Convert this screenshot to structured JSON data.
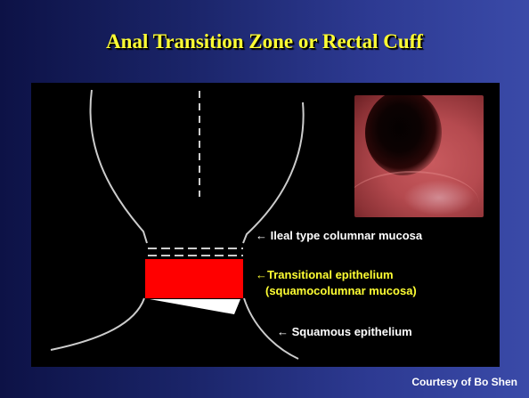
{
  "slide": {
    "title": "Anal Transition Zone or Rectal Cuff",
    "credit": "Courtesy of Bo Shen"
  },
  "diagram": {
    "labels": {
      "ileal": "Ileal type columnar mucosa",
      "transitional_line1": "Transitional epithelium",
      "transitional_line2": "(squamocolumnar mucosa)",
      "squamous": "Squamous epithelium"
    },
    "arrow_glyph": "←",
    "colors": {
      "transitional_zone": "#ff0000",
      "outline": "#cccccc",
      "title": "#ffff33",
      "transitional_label": "#ffff33"
    }
  },
  "photo": {
    "subject": "endoscopic-view"
  }
}
